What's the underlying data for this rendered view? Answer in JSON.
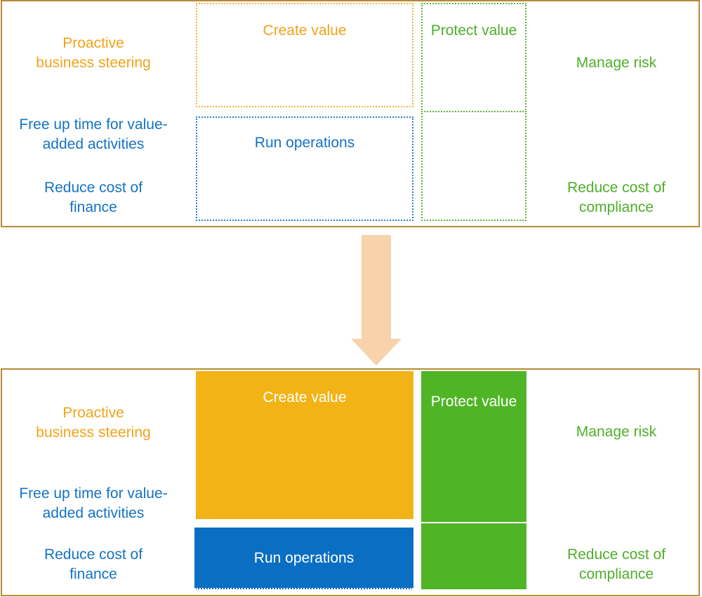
{
  "colors": {
    "frame_border": "#b8893a",
    "orange": "#f0a41a",
    "blue": "#1473c4",
    "green": "#4fae2a",
    "arrow": "#f7d2aa"
  },
  "before": {
    "left_labels": {
      "proactive": [
        "Proactive",
        "business steering"
      ],
      "free_time": [
        "Free up time for value-",
        "added activities"
      ],
      "reduce_finance": [
        "Reduce cost of",
        "finance"
      ]
    },
    "boxes": {
      "create_value": "Create value",
      "run_operations": "Run operations",
      "protect_value": "Protect value"
    },
    "right_labels": {
      "manage_risk": "Manage risk",
      "reduce_compliance": [
        "Reduce cost of",
        "compliance"
      ]
    }
  },
  "after": {
    "left_labels": {
      "proactive": [
        "Proactive",
        "business steering"
      ],
      "free_time": [
        "Free up time for value-",
        "added activities"
      ],
      "reduce_finance": [
        "Reduce cost of",
        "finance"
      ]
    },
    "boxes": {
      "create_value": "Create value",
      "run_operations": "Run operations",
      "protect_value": "Protect value"
    },
    "right_labels": {
      "manage_risk": "Manage risk",
      "reduce_compliance": [
        "Reduce cost of",
        "compliance"
      ]
    }
  },
  "arrow": {
    "direction": "down",
    "icon": "down-arrow-icon"
  }
}
